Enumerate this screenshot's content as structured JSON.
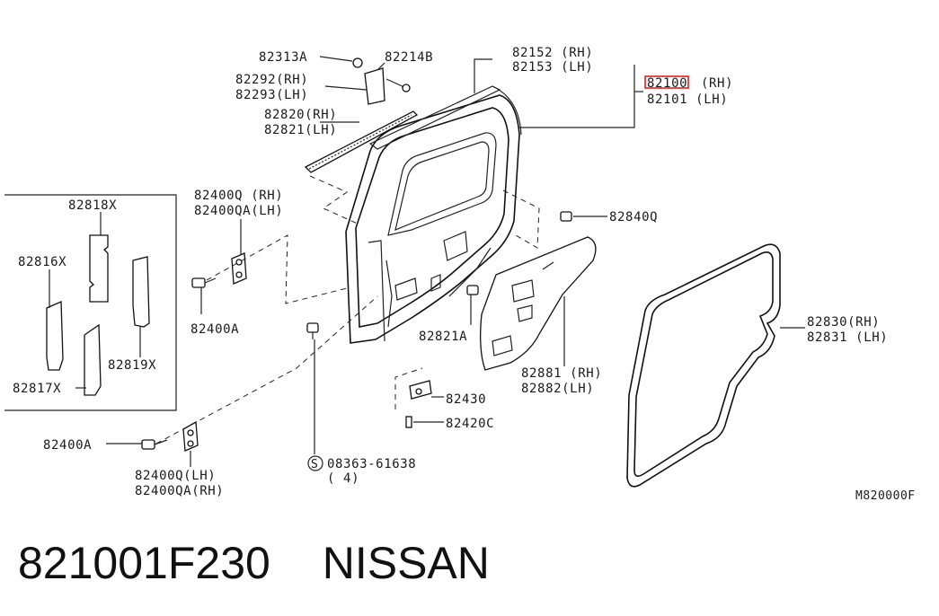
{
  "labels": {
    "p82313A": "82313A",
    "p82214B": "82214B",
    "p82292": "82292(RH)",
    "p82293": "82293(LH)",
    "p82152": "82152 (RH)",
    "p82153": "82153 (LH)",
    "p82100": "82100",
    "p82100_side": "(RH)",
    "p82101": "82101 (LH)",
    "p82820": "82820(RH)",
    "p82821": "82821(LH)",
    "p82818X": "82818X",
    "p82816X": "82816X",
    "p82817X": "82817X",
    "p82819X": "82819X",
    "p82400Q": "82400Q (RH)",
    "p82400QA": "82400QA(LH)",
    "p82400A_1": "82400A",
    "p82840Q": "82840Q",
    "p82821A": "82821A",
    "p82881": "82881 (RH)",
    "p82882": "82882(LH)",
    "p82830": "82830(RH)",
    "p82831": "82831 (LH)",
    "p82430": "82430",
    "p82420C": "82420C",
    "p82400A_2": "82400A",
    "p82400Q_lh": "82400Q(LH)",
    "p82400QA_rh": "82400QA(RH)",
    "screw_symbol": "S",
    "p08363": "08363-61638",
    "p08363_qty": "( 4)",
    "figure_code": "M820000F"
  },
  "highlight_color": "#e02020",
  "caption": {
    "part_number": "821001F230",
    "brand": "NISSAN"
  }
}
